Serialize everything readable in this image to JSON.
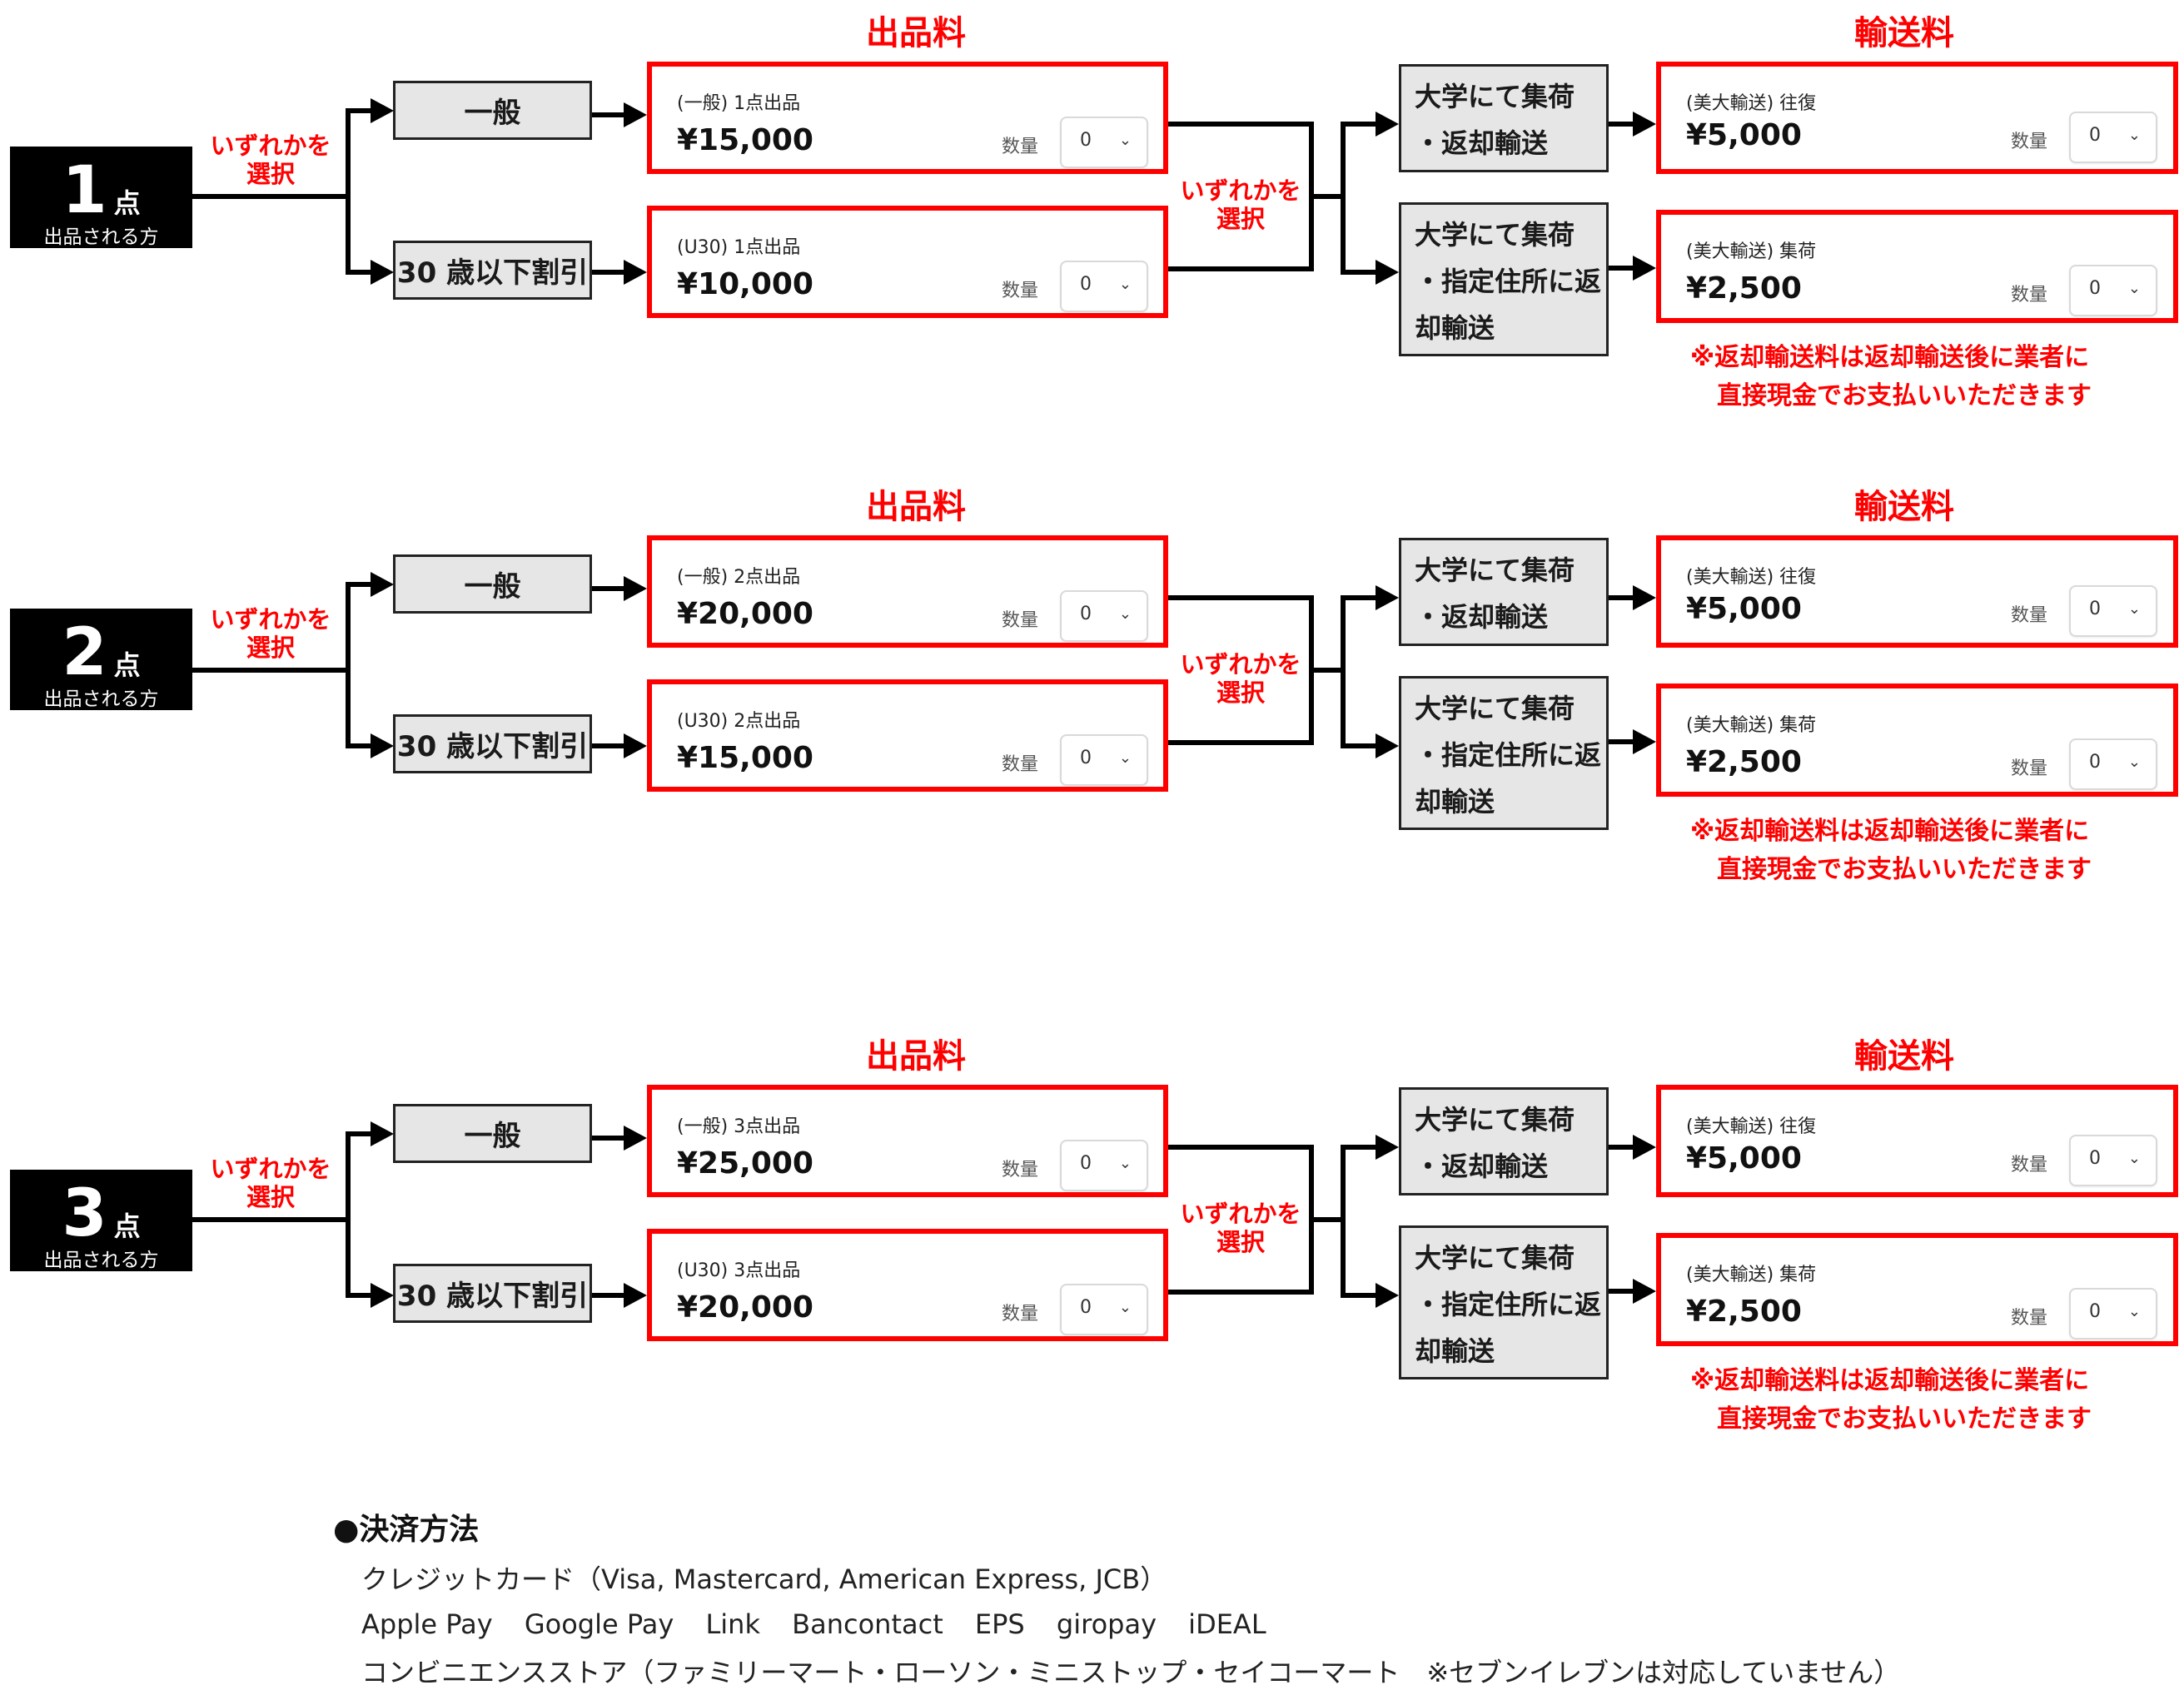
{
  "common": {
    "select_note_line1": "いずれかを",
    "select_note_line2": "選択",
    "count_suffix": "点",
    "count_sub": "出品される方",
    "plan_general": "一般",
    "plan_u30": "30 歳以下割引",
    "listing_fee_title": "出品料",
    "shipping_fee_title": "輸送料",
    "qty_label": "数量",
    "ship_option1_line1": "大学にて集荷",
    "ship_option1_line2": "・返却輸送",
    "ship_option2_line1": "大学にて集荷",
    "ship_option2_line2": "・指定住所に返",
    "ship_option2_line3": "却輸送",
    "note_line1": "※返却輸送料は返却輸送後に業者に",
    "note_line2": "直接現金でお支払いいただきます"
  },
  "sections": [
    {
      "count": "1",
      "listing": [
        {
          "label": "(一般) 1点出品",
          "price": "¥15,000",
          "qty": "0"
        },
        {
          "label": "(U30) 1点出品",
          "price": "¥10,000",
          "qty": "0"
        }
      ],
      "shipping": [
        {
          "label": "(美大輸送) 往復",
          "price": "¥5,000",
          "qty": "0"
        },
        {
          "label": "(美大輸送) 集荷",
          "price": "¥2,500",
          "qty": "0"
        }
      ]
    },
    {
      "count": "2",
      "listing": [
        {
          "label": "(一般) 2点出品",
          "price": "¥20,000",
          "qty": "0"
        },
        {
          "label": "(U30) 2点出品",
          "price": "¥15,000",
          "qty": "0"
        }
      ],
      "shipping": [
        {
          "label": "(美大輸送) 往復",
          "price": "¥5,000",
          "qty": "0"
        },
        {
          "label": "(美大輸送) 集荷",
          "price": "¥2,500",
          "qty": "0"
        }
      ]
    },
    {
      "count": "3",
      "listing": [
        {
          "label": "(一般) 3点出品",
          "price": "¥25,000",
          "qty": "0"
        },
        {
          "label": "(U30) 3点出品",
          "price": "¥20,000",
          "qty": "0"
        }
      ],
      "shipping": [
        {
          "label": "(美大輸送) 往復",
          "price": "¥5,000",
          "qty": "0"
        },
        {
          "label": "(美大輸送) 集荷",
          "price": "¥2,500",
          "qty": "0"
        }
      ]
    }
  ],
  "payment": {
    "title": "●決済方法",
    "credit_card": "クレジットカード（Visa, Mastercard, American Express, JCB）",
    "wallets": [
      "Apple Pay",
      "Google Pay",
      "Link",
      "Bancontact",
      "EPS",
      "giropay",
      "iDEAL"
    ],
    "convenience_store": "コンビニエンスストア（ファミリーマート・ローソン・ミニストップ・セイコーマート　※セブンイレブンは対応していません）"
  },
  "colors": {
    "accent_red": "#ff0000",
    "gray_box": "#e6e6e6",
    "black": "#000000"
  }
}
